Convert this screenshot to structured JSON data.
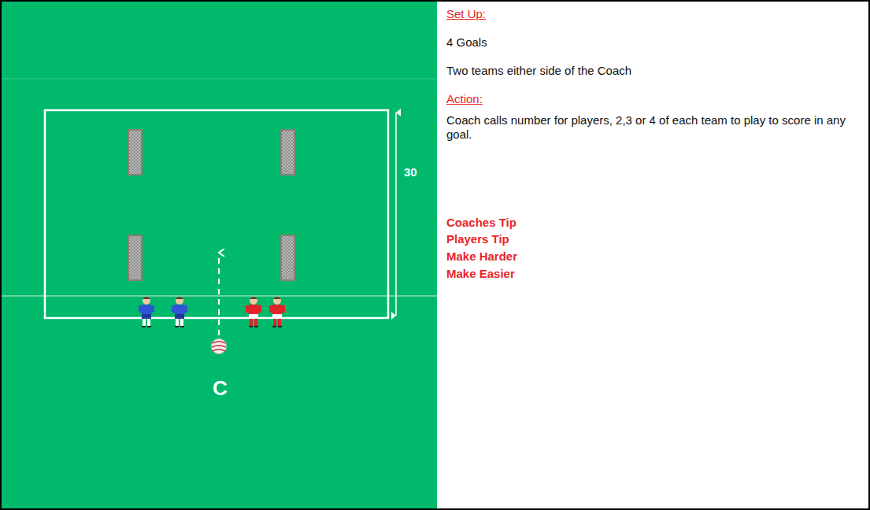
{
  "diagram": {
    "labels": [
      "Set Up:",
      "4 Goals",
      "Two teams either side of the Coach",
      "Action:",
      "Coach calls number for players, 2,3 or 4 of each team to play to score in any goal.",
      "Coaches Tip",
      "Players Tip",
      "Make Harder",
      "Make Easier",
      "30",
      "C"
    ]
  }
}
